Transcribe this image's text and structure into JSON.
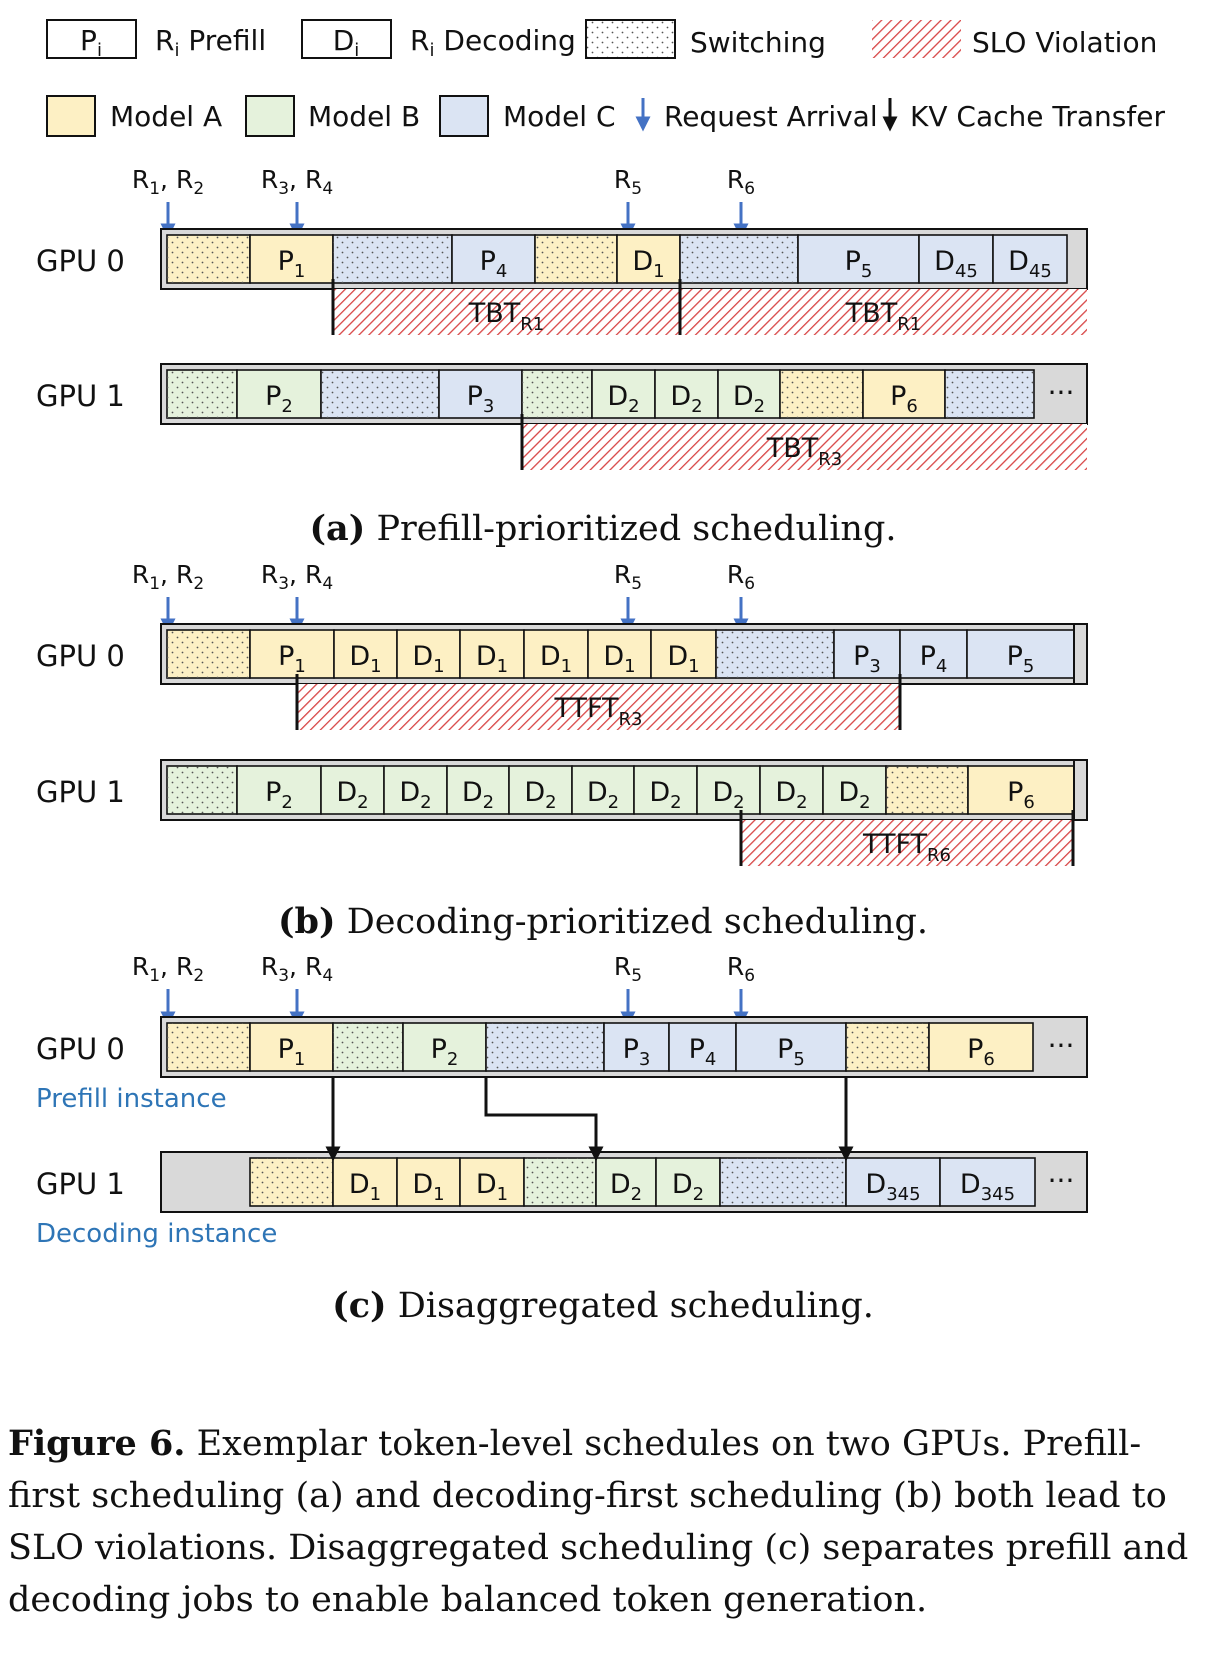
{
  "colors": {
    "model_a": "#fdf0c4",
    "model_b": "#e5f2dc",
    "model_c": "#dbe4f3",
    "gpu_background": "#d9d9d9",
    "arrival_arrow": "#4472c4",
    "slo_hatch": "#d84545",
    "instance_label": "#2e75b6"
  },
  "legend": {
    "prefill_box": "P",
    "prefill_box_sub": "i",
    "prefill_label": "R",
    "prefill_label_sub": "i",
    "prefill_label_text": " Prefill",
    "decoding_box": "D",
    "decoding_box_sub": "i",
    "decoding_label": "R",
    "decoding_label_sub": "i",
    "decoding_label_text": " Decoding",
    "switching": "Switching",
    "slo_violation": "SLO Violation",
    "model_a": "Model A",
    "model_b": "Model B",
    "model_c": "Model C",
    "request_arrival": "Request Arrival",
    "kv_cache_transfer": "KV Cache Transfer"
  },
  "panels": [
    {
      "id": "a",
      "caption_letter": "(a)",
      "caption_text": " Prefill-prioritized scheduling.",
      "arrivals": [
        {
          "label": "R",
          "subs": [
            "1",
            "2"
          ]
        },
        {
          "label": "R",
          "subs": [
            "3",
            "4"
          ]
        },
        {
          "label": "R",
          "subs": [
            "5"
          ]
        },
        {
          "label": "R",
          "subs": [
            "6"
          ]
        }
      ],
      "gpus": [
        {
          "name": "GPU 0",
          "instance": "",
          "blocks": [
            {
              "kind": "switch",
              "model": "a"
            },
            {
              "kind": "task",
              "model": "a",
              "t": "P",
              "s": "1"
            },
            {
              "kind": "switch",
              "model": "c"
            },
            {
              "kind": "task",
              "model": "c",
              "t": "P",
              "s": "4"
            },
            {
              "kind": "switch",
              "model": "a"
            },
            {
              "kind": "task",
              "model": "a",
              "t": "D",
              "s": "1"
            },
            {
              "kind": "switch",
              "model": "c"
            },
            {
              "kind": "task",
              "model": "c",
              "t": "P",
              "s": "5"
            },
            {
              "kind": "task",
              "model": "c",
              "t": "D",
              "s": "45"
            },
            {
              "kind": "task",
              "model": "c",
              "t": "D",
              "s": "45"
            }
          ],
          "ellipsis": "",
          "violations": [
            {
              "t": "TBT",
              "s": "R1"
            },
            {
              "t": "TBT",
              "s": "R1"
            }
          ]
        },
        {
          "name": "GPU 1",
          "instance": "",
          "blocks": [
            {
              "kind": "switch",
              "model": "b"
            },
            {
              "kind": "task",
              "model": "b",
              "t": "P",
              "s": "2"
            },
            {
              "kind": "switch",
              "model": "c"
            },
            {
              "kind": "task",
              "model": "c",
              "t": "P",
              "s": "3"
            },
            {
              "kind": "switch",
              "model": "b"
            },
            {
              "kind": "task",
              "model": "b",
              "t": "D",
              "s": "2"
            },
            {
              "kind": "task",
              "model": "b",
              "t": "D",
              "s": "2"
            },
            {
              "kind": "task",
              "model": "b",
              "t": "D",
              "s": "2"
            },
            {
              "kind": "switch",
              "model": "a"
            },
            {
              "kind": "task",
              "model": "a",
              "t": "P",
              "s": "6"
            },
            {
              "kind": "switch",
              "model": "c"
            }
          ],
          "ellipsis": "···",
          "violations": [
            {
              "t": "TBT",
              "s": "R3"
            }
          ]
        }
      ],
      "transfers": []
    },
    {
      "id": "b",
      "caption_letter": "(b)",
      "caption_text": " Decoding-prioritized scheduling.",
      "arrivals": [
        {
          "label": "R",
          "subs": [
            "1",
            "2"
          ]
        },
        {
          "label": "R",
          "subs": [
            "3",
            "4"
          ]
        },
        {
          "label": "R",
          "subs": [
            "5"
          ]
        },
        {
          "label": "R",
          "subs": [
            "6"
          ]
        }
      ],
      "gpus": [
        {
          "name": "GPU 0",
          "instance": "",
          "blocks": [
            {
              "kind": "switch",
              "model": "a"
            },
            {
              "kind": "task",
              "model": "a",
              "t": "P",
              "s": "1"
            },
            {
              "kind": "task",
              "model": "a",
              "t": "D",
              "s": "1"
            },
            {
              "kind": "task",
              "model": "a",
              "t": "D",
              "s": "1"
            },
            {
              "kind": "task",
              "model": "a",
              "t": "D",
              "s": "1"
            },
            {
              "kind": "task",
              "model": "a",
              "t": "D",
              "s": "1"
            },
            {
              "kind": "task",
              "model": "a",
              "t": "D",
              "s": "1"
            },
            {
              "kind": "task",
              "model": "a",
              "t": "D",
              "s": "1"
            },
            {
              "kind": "switch",
              "model": "c"
            },
            {
              "kind": "task",
              "model": "c",
              "t": "P",
              "s": "3"
            },
            {
              "kind": "task",
              "model": "c",
              "t": "P",
              "s": "4"
            },
            {
              "kind": "task",
              "model": "c",
              "t": "P",
              "s": "5"
            }
          ],
          "ellipsis": "",
          "violations": [
            {
              "t": "TTFT",
              "s": "R3"
            }
          ]
        },
        {
          "name": "GPU 1",
          "instance": "",
          "blocks": [
            {
              "kind": "switch",
              "model": "b"
            },
            {
              "kind": "task",
              "model": "b",
              "t": "P",
              "s": "2"
            },
            {
              "kind": "task",
              "model": "b",
              "t": "D",
              "s": "2"
            },
            {
              "kind": "task",
              "model": "b",
              "t": "D",
              "s": "2"
            },
            {
              "kind": "task",
              "model": "b",
              "t": "D",
              "s": "2"
            },
            {
              "kind": "task",
              "model": "b",
              "t": "D",
              "s": "2"
            },
            {
              "kind": "task",
              "model": "b",
              "t": "D",
              "s": "2"
            },
            {
              "kind": "task",
              "model": "b",
              "t": "D",
              "s": "2"
            },
            {
              "kind": "task",
              "model": "b",
              "t": "D",
              "s": "2"
            },
            {
              "kind": "task",
              "model": "b",
              "t": "D",
              "s": "2"
            },
            {
              "kind": "task",
              "model": "b",
              "t": "D",
              "s": "2"
            },
            {
              "kind": "switch",
              "model": "a"
            },
            {
              "kind": "task",
              "model": "a",
              "t": "P",
              "s": "6"
            }
          ],
          "ellipsis": "",
          "violations": [
            {
              "t": "TTFT",
              "s": "R6"
            }
          ]
        }
      ],
      "transfers": []
    },
    {
      "id": "c",
      "caption_letter": "(c)",
      "caption_text": " Disaggregated scheduling.",
      "arrivals": [
        {
          "label": "R",
          "subs": [
            "1",
            "2"
          ]
        },
        {
          "label": "R",
          "subs": [
            "3",
            "4"
          ]
        },
        {
          "label": "R",
          "subs": [
            "5"
          ]
        },
        {
          "label": "R",
          "subs": [
            "6"
          ]
        }
      ],
      "gpus": [
        {
          "name": "GPU 0",
          "instance": "Prefill instance",
          "blocks": [
            {
              "kind": "switch",
              "model": "a"
            },
            {
              "kind": "task",
              "model": "a",
              "t": "P",
              "s": "1"
            },
            {
              "kind": "switch",
              "model": "b"
            },
            {
              "kind": "task",
              "model": "b",
              "t": "P",
              "s": "2"
            },
            {
              "kind": "switch",
              "model": "c"
            },
            {
              "kind": "task",
              "model": "c",
              "t": "P",
              "s": "3"
            },
            {
              "kind": "task",
              "model": "c",
              "t": "P",
              "s": "4"
            },
            {
              "kind": "task",
              "model": "c",
              "t": "P",
              "s": "5"
            },
            {
              "kind": "switch",
              "model": "a"
            },
            {
              "kind": "task",
              "model": "a",
              "t": "P",
              "s": "6"
            }
          ],
          "ellipsis": "···",
          "violations": []
        },
        {
          "name": "GPU 1",
          "instance": "Decoding instance",
          "blocks": [
            {
              "kind": "switch",
              "model": "a"
            },
            {
              "kind": "task",
              "model": "a",
              "t": "D",
              "s": "1"
            },
            {
              "kind": "task",
              "model": "a",
              "t": "D",
              "s": "1"
            },
            {
              "kind": "task",
              "model": "a",
              "t": "D",
              "s": "1"
            },
            {
              "kind": "switch",
              "model": "b"
            },
            {
              "kind": "task",
              "model": "b",
              "t": "D",
              "s": "2"
            },
            {
              "kind": "task",
              "model": "b",
              "t": "D",
              "s": "2"
            },
            {
              "kind": "switch",
              "model": "c"
            },
            {
              "kind": "task",
              "model": "c",
              "t": "D",
              "s": "345"
            },
            {
              "kind": "task",
              "model": "c",
              "t": "D",
              "s": "345"
            }
          ],
          "ellipsis": "···",
          "violations": []
        }
      ],
      "transfers": [
        {
          "from": "P1",
          "to": "D1"
        },
        {
          "from": "P2",
          "to": "D2"
        },
        {
          "from": "P5",
          "to": "D345"
        }
      ]
    }
  ],
  "caption": {
    "label": "Figure 6.",
    "text": " Exemplar token-level schedules on two GPUs. Prefill-first scheduling (a) and decoding-first scheduling (b) both lead to SLO violations. Disaggregated scheduling (c) separates prefill and decoding jobs to enable balanced token generation."
  }
}
